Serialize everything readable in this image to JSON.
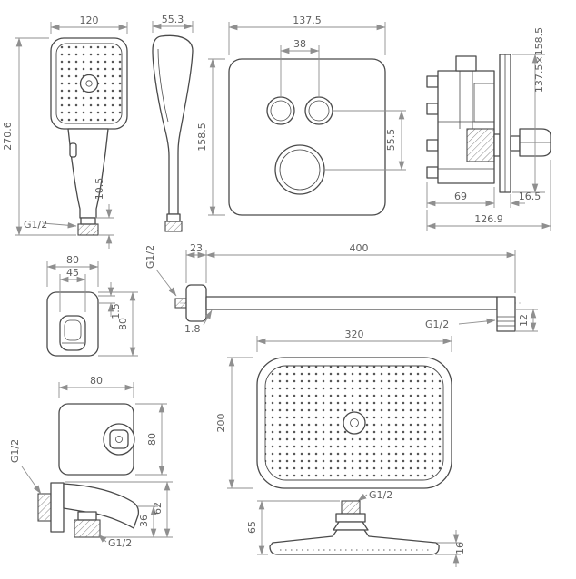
{
  "hand_shower_front": {
    "width": "120",
    "height": "270.6",
    "outlet_length": "10.5",
    "thread": "G1/2"
  },
  "hand_shower_side": {
    "depth": "55.3"
  },
  "valve_front": {
    "width": "137.5",
    "height": "158.5",
    "button_spacing": "38",
    "knob_offset": "55.5"
  },
  "valve_side": {
    "plate_size": "137.5×158.5",
    "body_depth": "69",
    "plate_depth": "16.5",
    "total_depth": "126.9"
  },
  "holder": {
    "width": "80",
    "slot_width": "45",
    "lip": "1.5",
    "height": "80"
  },
  "shower_arm": {
    "wall_thread": "G1/2",
    "flange_depth": "23",
    "length": "400",
    "wall_thickness": "1.8",
    "outlet_thread": "G1/2",
    "outlet_drop": "12"
  },
  "wall_outlet": {
    "plate_width": "80",
    "plate_height": "80",
    "inlet_thread": "G1/2",
    "spout_drop": "36",
    "spout_height": "62",
    "bottom_thread": "G1/2"
  },
  "head_top": {
    "width": "320",
    "depth": "200",
    "thread": "G1/2"
  },
  "head_side": {
    "height": "65",
    "rim": "16"
  }
}
